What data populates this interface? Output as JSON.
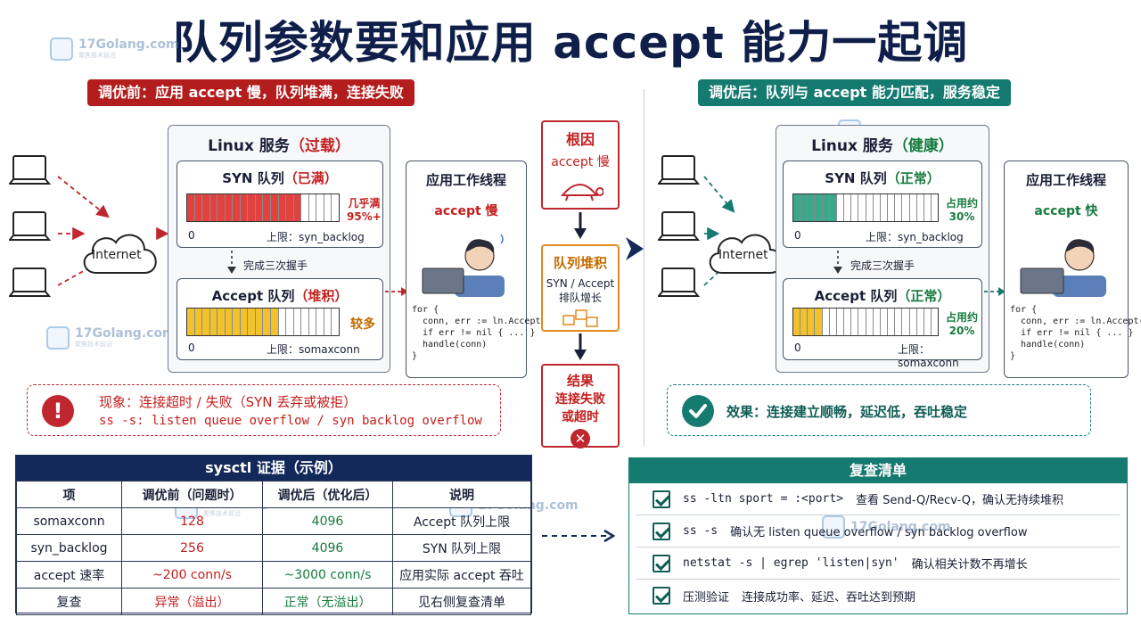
{
  "title": "队列参数要和应用 accept 能力一起调",
  "watermark": {
    "brand": "17Golang.com",
    "sub": "聚焦技术前沿"
  },
  "before": {
    "banner": "调优前：应用 accept 慢，队列堆满，连接失败",
    "cloud": "Internet",
    "service_title_prefix": "Linux 服务",
    "service_title_status": "（过载）",
    "syn_title_prefix": "SYN 队列",
    "syn_title_status": "（已满）",
    "syn_fill": 0.75,
    "syn_fill_label_1": "几乎满",
    "syn_fill_label_2": "95%+",
    "syn_zero": "0",
    "syn_limit": "上限：syn_backlog",
    "handshake": "完成三次握手",
    "accept_title_prefix": "Accept 队列",
    "accept_title_status": "（堆积）",
    "accept_fill": 0.6,
    "accept_fill_label": "较多",
    "accept_zero": "0",
    "accept_limit": "上限：somaxconn",
    "worker_title": "应用工作线程",
    "worker_status": "accept 慢",
    "code": "for {\n  conn, err := ln.Accept()\n  if err != nil { ... }\n  handle(conn)\n}",
    "phenomenon_1": "现象：连接超时 / 失败（SYN 丢弃或被拒）",
    "phenomenon_2": "ss -s: listen queue overflow / syn backlog overflow"
  },
  "center": {
    "root_title": "根因",
    "root_text": "accept 慢",
    "pileup_title": "队列堆积",
    "pileup_text_1": "SYN / Accept",
    "pileup_text_2": "排队增长",
    "result_title": "结果",
    "result_text_1": "连接失败",
    "result_text_2": "或超时"
  },
  "after": {
    "banner": "调优后：队列与 accept 能力匹配，服务稳定",
    "cloud": "Internet",
    "service_title_prefix": "Linux 服务",
    "service_title_status": "（健康）",
    "syn_title_prefix": "SYN 队列",
    "syn_title_status": "（正常）",
    "syn_fill": 0.3,
    "syn_fill_label_1": "占用约",
    "syn_fill_label_2": "30%",
    "syn_zero": "0",
    "syn_limit": "上限：syn_backlog",
    "handshake": "完成三次握手",
    "accept_title_prefix": "Accept 队列",
    "accept_title_status": "（正常）",
    "accept_fill": 0.2,
    "accept_fill_label_1": "占用约",
    "accept_fill_label_2": "20%",
    "accept_zero": "0",
    "accept_limit": "上限：somaxconn",
    "worker_title": "应用工作线程",
    "worker_status": "accept 快",
    "code": "for {\n  conn, err := ln.Accept()\n  if err != nil { ... }\n  handle(conn)\n}",
    "effect": "效果：连接建立顺畅，延迟低，吞吐稳定"
  },
  "sysctl": {
    "title": "sysctl 证据（示例）",
    "headers": [
      "项",
      "调优前（问题时）",
      "调优后（优化后）",
      "说明"
    ],
    "rows": [
      [
        "somaxconn",
        "128",
        "4096",
        "Accept 队列上限"
      ],
      [
        "syn_backlog",
        "256",
        "4096",
        "SYN 队列上限"
      ],
      [
        "accept 速率",
        "~200 conn/s",
        "~3000 conn/s",
        "应用实际 accept 吞吐"
      ],
      [
        "复查",
        "异常（溢出）",
        "正常（无溢出）",
        "见右侧复查清单"
      ]
    ]
  },
  "checklist": {
    "title": "复查清单",
    "items": [
      {
        "cmd": "ss -ltn sport = :<port>",
        "desc": "查看 Send-Q/Recv-Q，确认无持续堆积"
      },
      {
        "cmd": "ss -s",
        "desc": "确认无 listen queue overflow / syn backlog overflow"
      },
      {
        "cmd": "netstat -s | egrep 'listen|syn'",
        "desc": "确认相关计数不再增长"
      },
      {
        "cmd": "压测验证",
        "desc": "连接成功率、延迟、吞吐达到预期"
      }
    ]
  },
  "colors": {
    "red": "#e2423f",
    "yellow": "#f2c12e",
    "teal": "#3aa88a",
    "navy": "#13295a",
    "dark_teal": "#157a70"
  }
}
